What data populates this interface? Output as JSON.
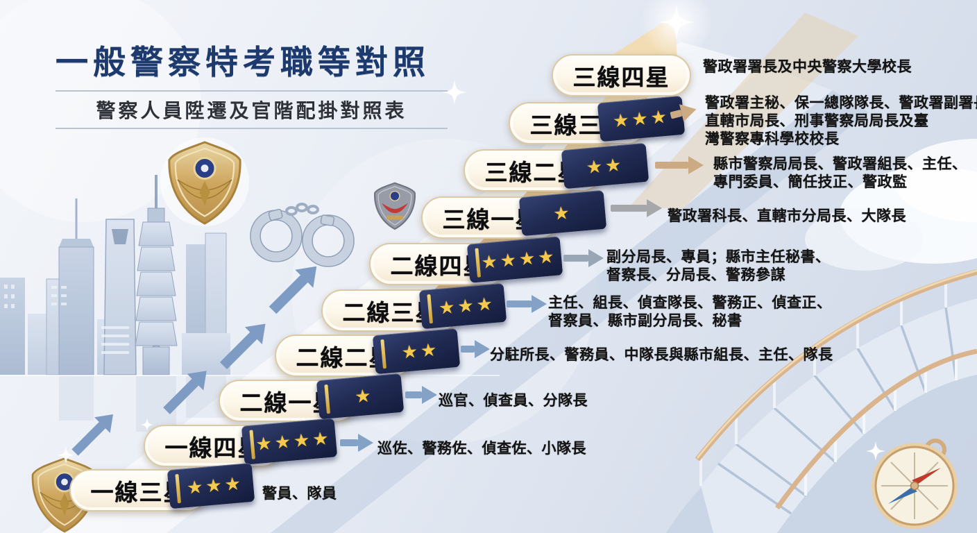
{
  "poster": {
    "title": "一般警察特考職等對照",
    "subtitle": "警察人員陞遷及官階配掛對照表"
  },
  "ranks": [
    {
      "label": "三線四星",
      "stars": "",
      "desc": "警政署署長及中央警察大學校長"
    },
    {
      "label": "三線三星",
      "stars": "★★★",
      "desc": "警政署主秘、保一總隊隊長、警政署副署長、\n直轄市局長、刑事警察局局長及臺\n灣警察專科學校校長"
    },
    {
      "label": "三線二星",
      "stars": "★★",
      "desc": "縣市警察局局長、警政署組長、主任、\n專門委員、簡任技正、警政監"
    },
    {
      "label": "三線一星",
      "stars": "★",
      "desc": "警政署科長、直轄市分局長、大隊長"
    },
    {
      "label": "二線四星",
      "stars": "★★★★",
      "desc": "副分局長、專員；縣市主任秘書、\n督察長、分局長、警務參謀"
    },
    {
      "label": "二線三星",
      "stars": "★★★",
      "desc": "主任、組長、偵查隊長、警務正、偵查正、\n督察員、縣市副分局長、秘書"
    },
    {
      "label": "二線二星",
      "stars": "★★",
      "desc": "分駐所長、警務員、中隊長與縣市組長、主任、隊長"
    },
    {
      "label": "二線一星",
      "stars": "★",
      "desc": "巡官、偵查員、分隊長"
    },
    {
      "label": "一線四星",
      "stars": "★★★★",
      "desc": "巡佐、警務佐、偵查佐、小隊長"
    },
    {
      "label": "一線三星",
      "stars": "★★★",
      "desc": "警員、隊員"
    }
  ],
  "colors": {
    "title_navy": "#1c3a6e",
    "pill_cream": "#fdf7ea",
    "pill_border": "#dcc9a4",
    "epaulette_navy": "#202a52",
    "star_gold": "#f5c94d",
    "big_arrow_gold": "#e8cba0",
    "arrow_steel_blue": "#84a1c6",
    "arrow_gray": "#a5a7ab",
    "arrow_tan": "#ccab84"
  },
  "decorations": [
    "city-skyline-with-taipei-101",
    "gold-police-badge",
    "silver-police-badge",
    "handcuffs",
    "ascending-gold-arrow",
    "blue-step-arrows",
    "spiral-staircase",
    "compass",
    "sparkles"
  ]
}
